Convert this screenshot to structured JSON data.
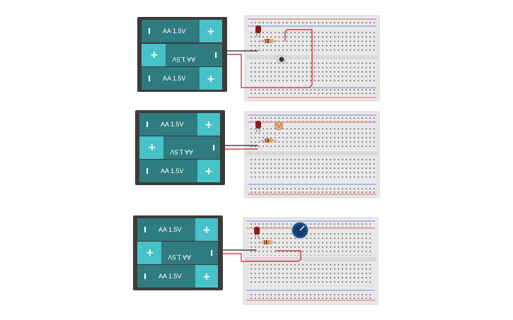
{
  "circuits": [
    {
      "id": "pushbutton",
      "battery_pack": {
        "cells": [
          {
            "label": "AA 1.5V",
            "flipped": false
          },
          {
            "label": "AA 1.5V",
            "flipped": true
          },
          {
            "label": "AA 1.5V",
            "flipped": false
          }
        ]
      },
      "components": [
        "led",
        "resistor",
        "pushbutton"
      ]
    },
    {
      "id": "photoresistor",
      "battery_pack": {
        "cells": [
          {
            "label": "AA 1.5V",
            "flipped": false
          },
          {
            "label": "AA 1.5V",
            "flipped": true
          },
          {
            "label": "AA 1.5V",
            "flipped": false
          }
        ]
      },
      "components": [
        "led",
        "photoresistor",
        "resistor"
      ]
    },
    {
      "id": "potentiometer",
      "battery_pack": {
        "cells": [
          {
            "label": "AA 1.5V",
            "flipped": false
          },
          {
            "label": "AA 1.5V",
            "flipped": true
          },
          {
            "label": "AA 1.5V",
            "flipped": false
          }
        ]
      },
      "components": [
        "led",
        "resistor",
        "potentiometer"
      ]
    }
  ],
  "terminal_symbols": {
    "positive": "+",
    "negative": "I"
  },
  "colors": {
    "battery_body": "#2e7b80",
    "battery_terminal": "#46c2c9",
    "battery_case": "#3b3b3b",
    "breadboard": "#e8e8e8",
    "hole": "#555555",
    "rail_red": "#d93a3a",
    "rail_blue": "#4a6fd4",
    "wire_red": "#cc1f1f",
    "wire_black": "#222222",
    "led": "#8e1b1b",
    "pot_knob": "#1f4e8c"
  }
}
